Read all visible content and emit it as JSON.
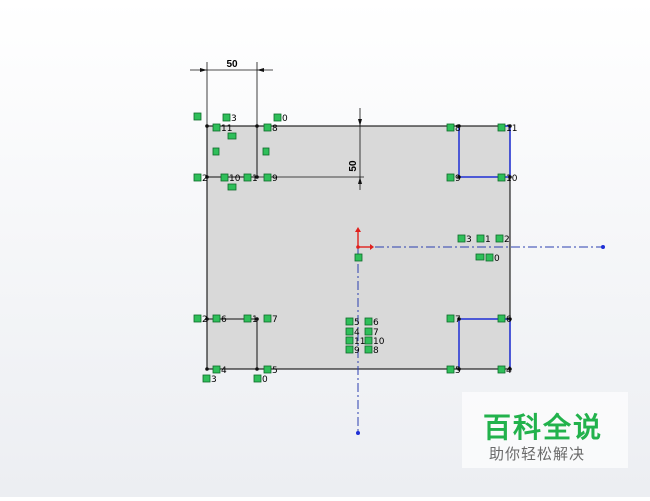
{
  "dimensions": {
    "horizontal": "50",
    "vertical": "50"
  },
  "relation_labels": [
    "3",
    "0",
    "11",
    "8",
    "2",
    "10",
    "1",
    "9",
    "8",
    "11",
    "9",
    "10",
    "3",
    "1",
    "2",
    "0",
    "2",
    "6",
    "1",
    "7",
    "5",
    "6",
    "4",
    "7",
    "11",
    "10",
    "9",
    "8",
    "4",
    "3",
    "0",
    "5",
    "7",
    "6",
    "5",
    "4"
  ],
  "watermark": {
    "title": "百科全说",
    "subtitle": "助你轻松解决"
  },
  "colors": {
    "sketch_fill": "#d9d9d9",
    "selected_geometry": "#1f2fd6",
    "relation_badge": "#2fbf5a",
    "origin_red": "#e0201c",
    "centerline": "#2b3fb0"
  }
}
